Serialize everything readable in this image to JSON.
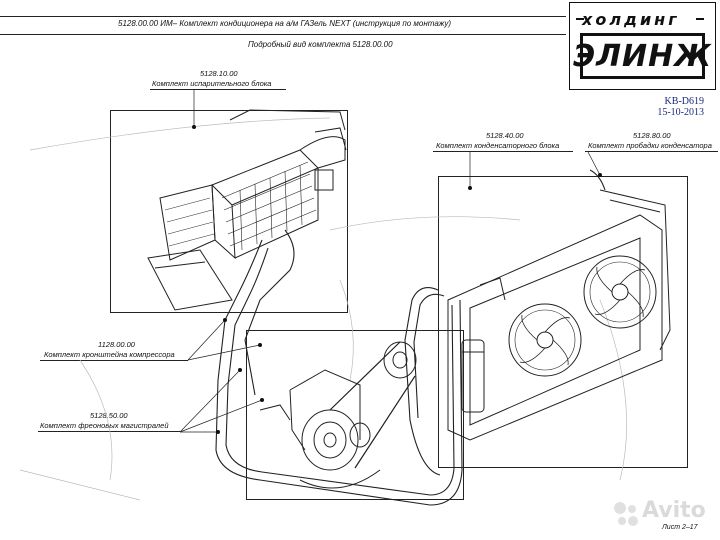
{
  "document": {
    "title": "5128.00.00 ИМ– Комплект кондиционера на а/м ГАЗель NEXT (инструкция по монтажу)",
    "subtitle": "Подробный вид комплекта 5128.00.00",
    "sheet": "Лист 2–17"
  },
  "logo": {
    "top": "холдинг",
    "main": "ЭЛИНЖ"
  },
  "stamp": {
    "code": "KB-D619",
    "date": "15-10-2013"
  },
  "watermark": {
    "brand": "Avito"
  },
  "callouts": [
    {
      "id": "evaporator",
      "number": "5128.10.00",
      "label": "Комплект испарительного блока"
    },
    {
      "id": "condenser",
      "number": "5128.40.00",
      "label": "Комплект конденсаторного блока"
    },
    {
      "id": "grommet",
      "number": "5128.80.00",
      "label": "Комплект пробадки конденсатора"
    },
    {
      "id": "compressor-bracket",
      "number": "1128.00.00",
      "label": "Комплект кронштейна компрессора"
    },
    {
      "id": "freon-lines",
      "number": "5128.50.00",
      "label": "Комплект фреоновых магистралей"
    }
  ]
}
